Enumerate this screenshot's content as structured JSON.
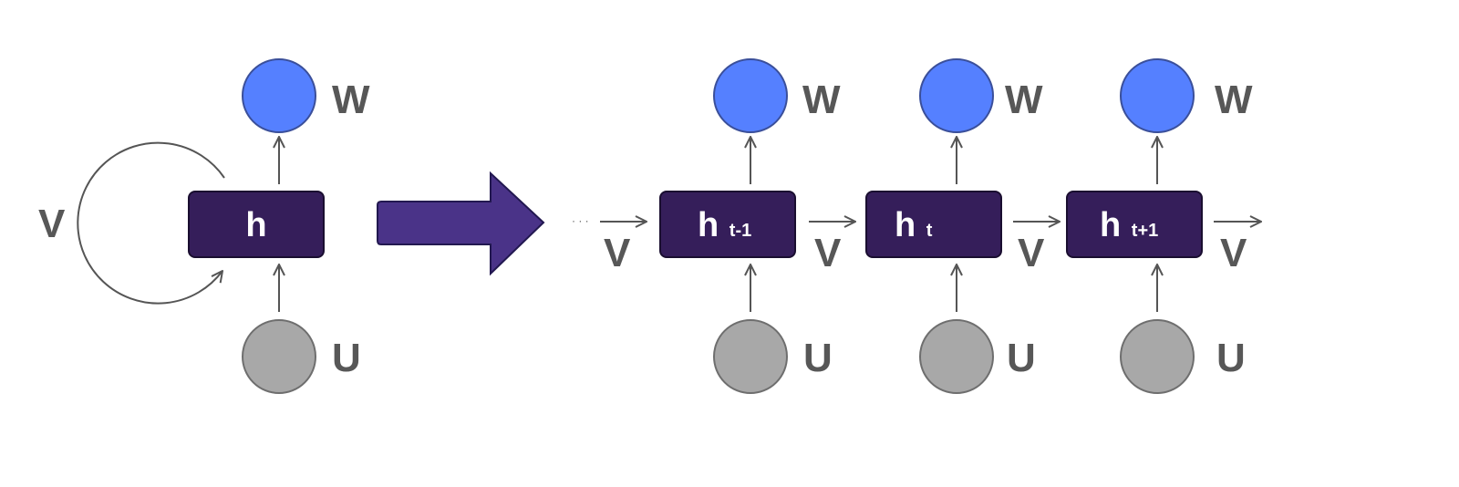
{
  "colors": {
    "output_node": "#5580ff",
    "output_node_stroke": "#3a4f9a",
    "input_node": "#a8a8a8",
    "input_node_stroke": "#6e6e6e",
    "hidden_box": "#351e5a",
    "hidden_box_stroke": "#1a0e30",
    "unfold_arrow": "#4a3388",
    "unfold_arrow_stroke": "#221850",
    "label_text": "#575757",
    "connector": "#555555"
  },
  "folded": {
    "output_label": "W",
    "hidden_label": "h",
    "input_label": "U",
    "loop_label": "V"
  },
  "unrolled": {
    "leading_ellipsis": "· · ·",
    "steps": [
      {
        "h_base": "h",
        "h_sub": "t-1",
        "output_label": "W",
        "input_label": "U",
        "in_label": "V"
      },
      {
        "h_base": "h",
        "h_sub": "t",
        "output_label": "W",
        "input_label": "U",
        "in_label": "V"
      },
      {
        "h_base": "h",
        "h_sub": "t+1",
        "output_label": "W",
        "input_label": "U",
        "in_label": "V"
      }
    ],
    "final_label": "V"
  },
  "icons": {
    "unfold_arrow": "big-right-arrow-icon",
    "loop_arrow": "recurrent-loop-arrow-icon"
  }
}
